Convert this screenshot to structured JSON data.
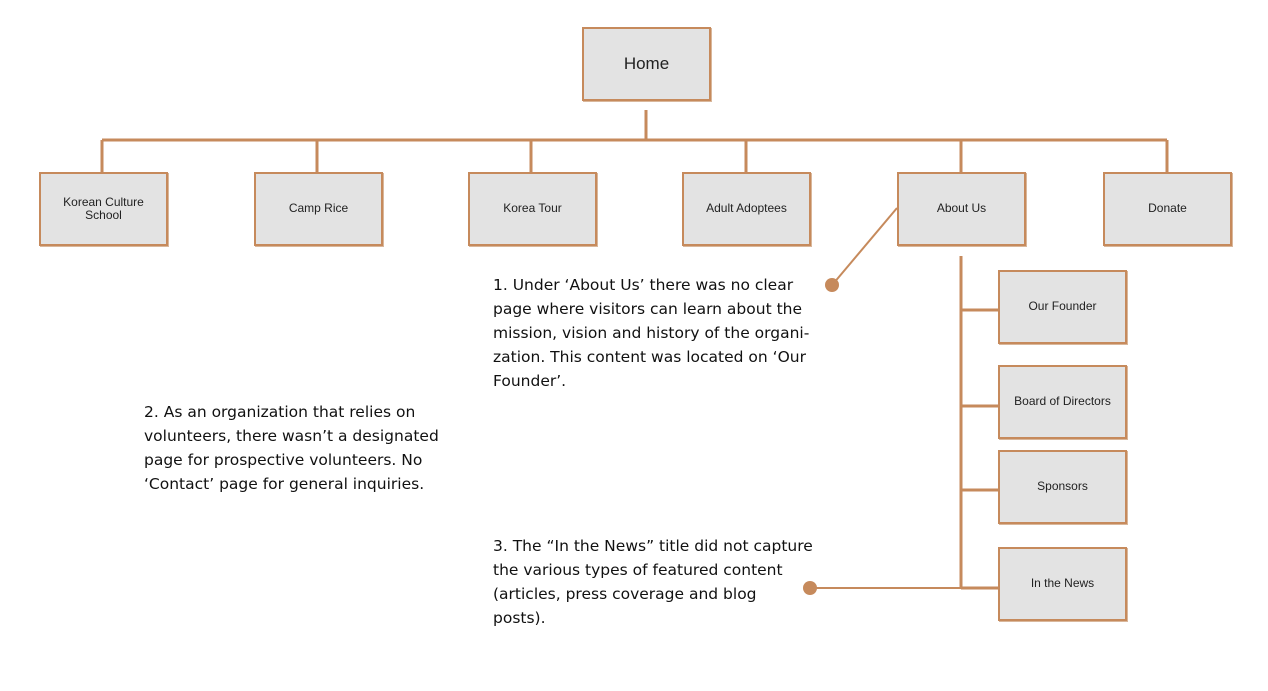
{
  "colors": {
    "connector": "#c68a5c",
    "box_fill": "#e3e3e3",
    "text": "#111111"
  },
  "nodes": {
    "home": "Home",
    "top_level": [
      "Korean Culture\nSchool",
      "Camp Rice",
      "Korea Tour",
      "Adult Adoptees",
      "About Us",
      "Donate"
    ],
    "about_us_children": [
      "Our Founder",
      "Board of Directors",
      "Sponsors",
      "In the News"
    ]
  },
  "notes": {
    "note1": "1. Under ‘About Us’ there was no clear\npage where visitors can learn about the\nmission, vision and history of the organi-\nzation. This content was located on ‘Our\nFounder’.",
    "note2": "2. As an organization that relies on\nvolunteers, there wasn’t a designated\npage for prospective volunteers. No\n‘Contact’ page for general inquiries.",
    "note3": "3. The “In the News” title did not capture\nthe various types of featured content\n(articles, press coverage and blog\nposts)."
  }
}
